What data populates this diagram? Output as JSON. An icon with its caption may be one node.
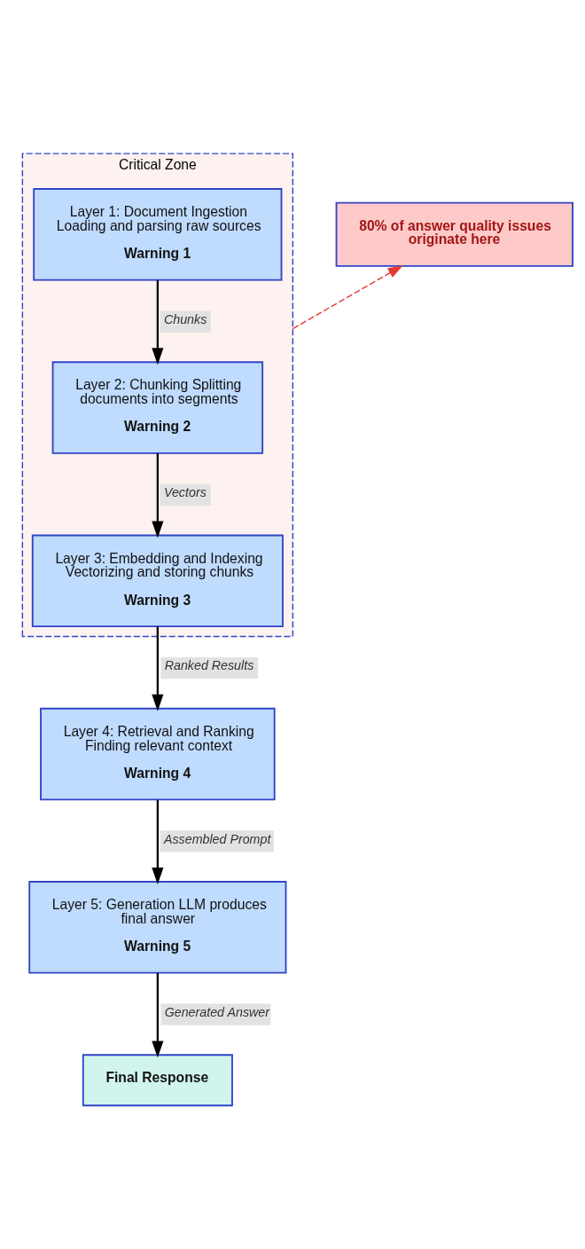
{
  "diagram": {
    "nodes": [
      {
        "text": [
          "Critical Zone"
        ]
      },
      {
        "text": [
          "Layer 1: Document Ingestion Loading and parsing raw sources",
          "Warning 1"
        ],
        "in": 0
      },
      {
        "text": [
          "Layer 2: Chunking Splitting documents into segments",
          "Warning 2"
        ],
        "in": 0
      },
      {
        "text": [
          "Layer 3: Embedding and Indexing Vectorizing and storing chunks",
          "Warning 3"
        ],
        "in": 0
      },
      {
        "text": [
          "Layer 4: Retrieval and Ranking Finding relevant context",
          "Warning 4"
        ]
      },
      {
        "text": [
          "Layer 5: Generation LLM produces final answer",
          "Warning 5"
        ]
      },
      {
        "text": [
          "Final Response"
        ]
      },
      {
        "text": [
          "80% of answer quality issues originate here"
        ]
      }
    ],
    "edges": [
      {
        "from": 1,
        "to": 2,
        "arrow": "to",
        "label": "Chunks"
      },
      {
        "from": 2,
        "to": 3,
        "arrow": "to",
        "label": "Vectors"
      },
      {
        "from": 3,
        "to": 4,
        "arrow": "to",
        "label": "Ranked Results"
      },
      {
        "from": 4,
        "to": 5,
        "arrow": "to",
        "label": "Assembled Prompt"
      },
      {
        "from": 5,
        "to": 6,
        "arrow": "to",
        "label": "Generated Answer"
      },
      {
        "from": 0,
        "to": 7,
        "arrow": "to",
        "style": "dashed",
        "color": "#e53935"
      }
    ]
  }
}
